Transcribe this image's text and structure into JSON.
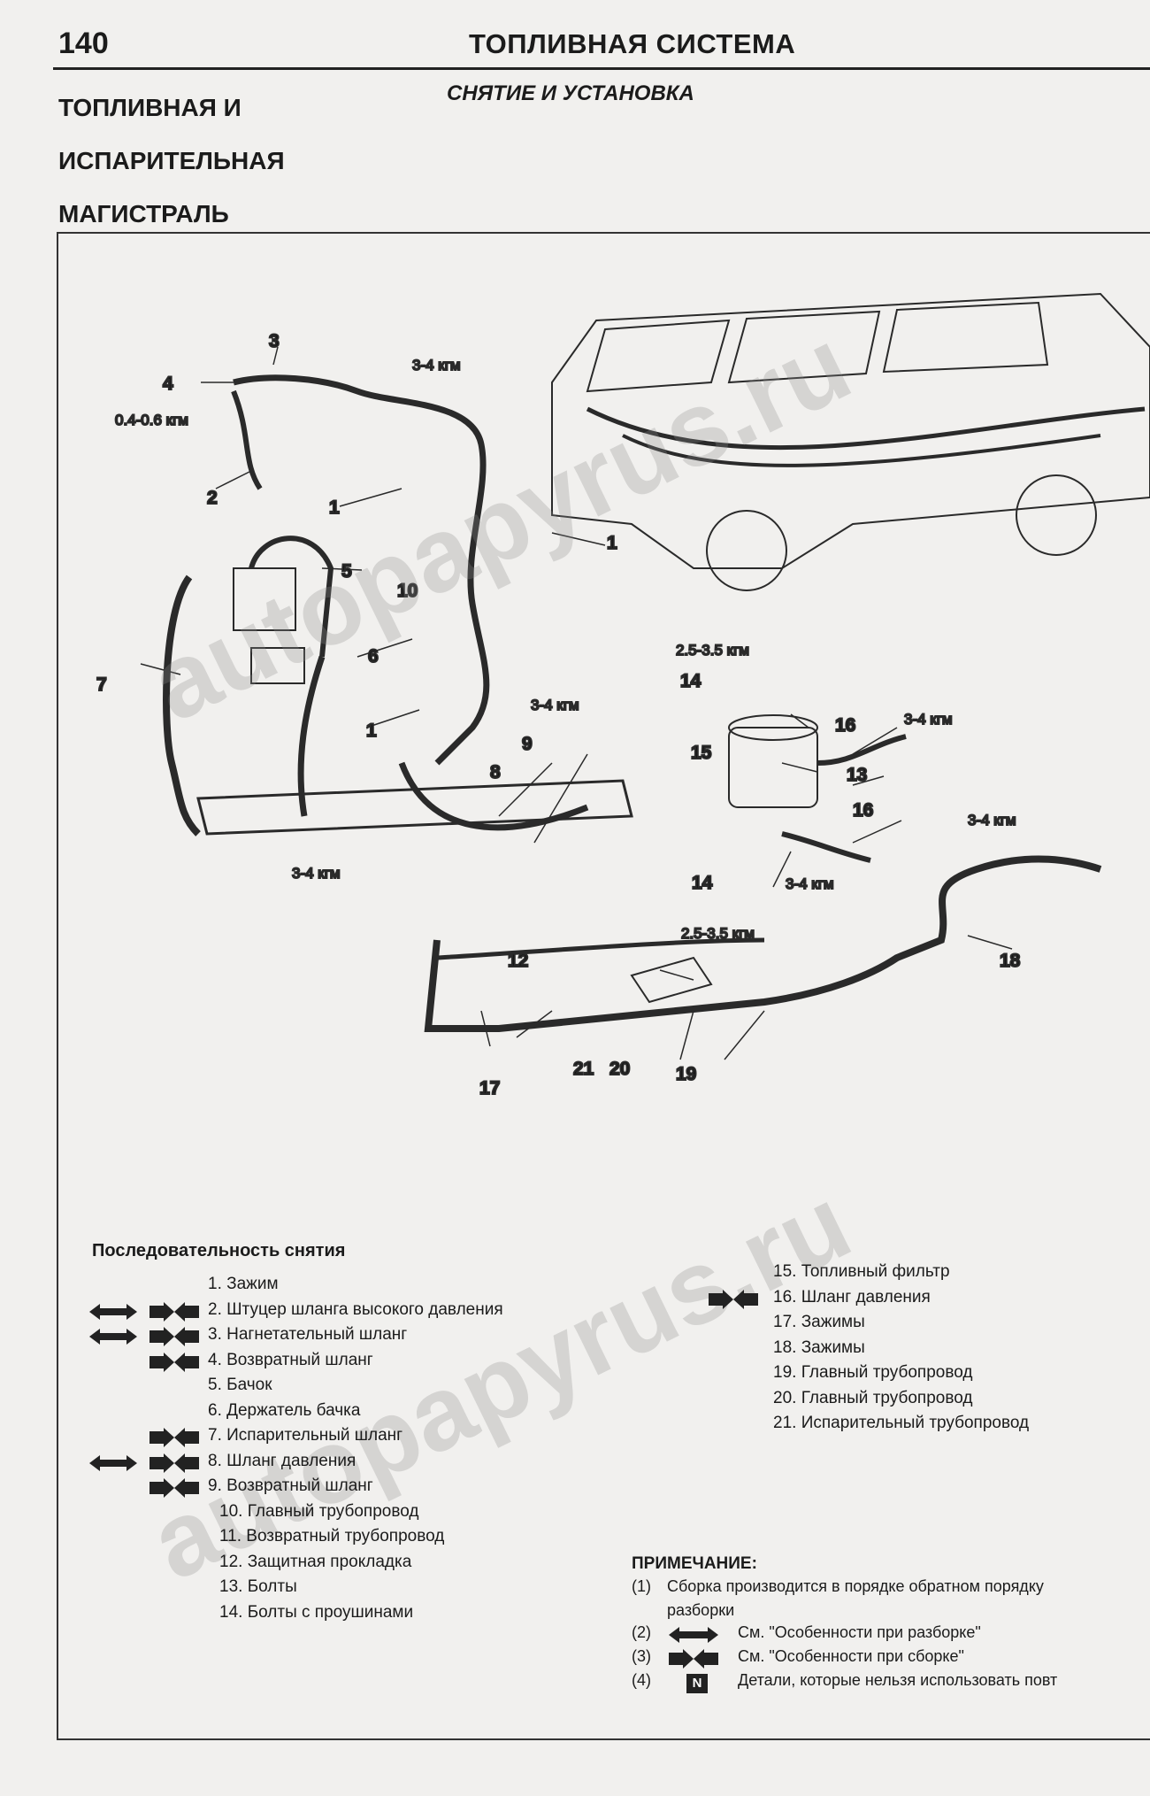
{
  "header": {
    "page_number": "140",
    "section_title": "ТОПЛИВНАЯ СИСТЕМА",
    "subtitle": "СНЯТИЕ И УСТАНОВКА",
    "topic_lines": [
      "ТОПЛИВНАЯ И",
      "ИСПАРИТЕЛЬНАЯ",
      "МАГИСТРАЛЬ"
    ]
  },
  "diagram": {
    "callouts": [
      "3",
      "4",
      "2",
      "1",
      "1",
      "5",
      "10",
      "6",
      "7",
      "1",
      "8",
      "9",
      "14",
      "16",
      "15",
      "13",
      "16",
      "14",
      "12",
      "18",
      "17",
      "21",
      "20",
      "19"
    ],
    "torque_labels": [
      "3-4 кгм",
      "0.4-0.6 кгм",
      "2.5-3.5 кгм",
      "3-4 кгм",
      "3-4 кгм",
      "3-4 кгм",
      "3-4 кгм",
      "3-4 кгм",
      "2.5-3.5 кгм"
    ]
  },
  "watermark": "autopapyrus.ru",
  "sequence": {
    "heading": "Последовательность снятия",
    "items_left": [
      {
        "text": "1. Зажим",
        "icons": []
      },
      {
        "text": "2. Штуцер шланга высокого давления",
        "icons": [
          "remove",
          "install"
        ]
      },
      {
        "text": "3. Нагнетательный шланг",
        "icons": [
          "remove",
          "install"
        ]
      },
      {
        "text": "4. Возвратный шланг",
        "icons": [
          "install"
        ]
      },
      {
        "text": "5. Бачок",
        "icons": []
      },
      {
        "text": "6. Держатель бачка",
        "icons": []
      },
      {
        "text": "7. Испарительный шланг",
        "icons": [
          "install"
        ]
      },
      {
        "text": "8. Шланг давления",
        "icons": [
          "remove",
          "install"
        ]
      },
      {
        "text": "9. Возвратный шланг",
        "icons": [
          "install"
        ]
      },
      {
        "text": "10. Главный трубопровод",
        "icons": []
      },
      {
        "text": "11. Возвратный трубопровод",
        "icons": []
      },
      {
        "text": "12. Защитная прокладка",
        "icons": []
      },
      {
        "text": "13. Болты",
        "icons": []
      },
      {
        "text": "14. Болты с проушинами",
        "icons": []
      }
    ],
    "items_right": [
      {
        "text": "15. Топливный фильтр",
        "icons": []
      },
      {
        "text": "16. Шланг давления",
        "icons": [
          "install"
        ]
      },
      {
        "text": "17. Зажимы",
        "icons": []
      },
      {
        "text": "18. Зажимы",
        "icons": []
      },
      {
        "text": "19. Главный трубопровод",
        "icons": []
      },
      {
        "text": "20. Главный трубопровод",
        "icons": []
      },
      {
        "text": "21. Испарительный трубопровод",
        "icons": []
      }
    ]
  },
  "note": {
    "title": "ПРИМЕЧАНИЕ:",
    "line1_num": "(1)",
    "line1_text": "Сборка производится в порядке обратном порядку",
    "line1_cont": "разборки",
    "line2_num": "(2)",
    "line2_text": "См. \"Особенности при разборке\"",
    "line3_num": "(3)",
    "line3_text": "См. \"Особенности при сборке\"",
    "line4_num": "(4)",
    "line4_icon": "N",
    "line4_text": "Детали, которые нельзя использовать повт"
  }
}
